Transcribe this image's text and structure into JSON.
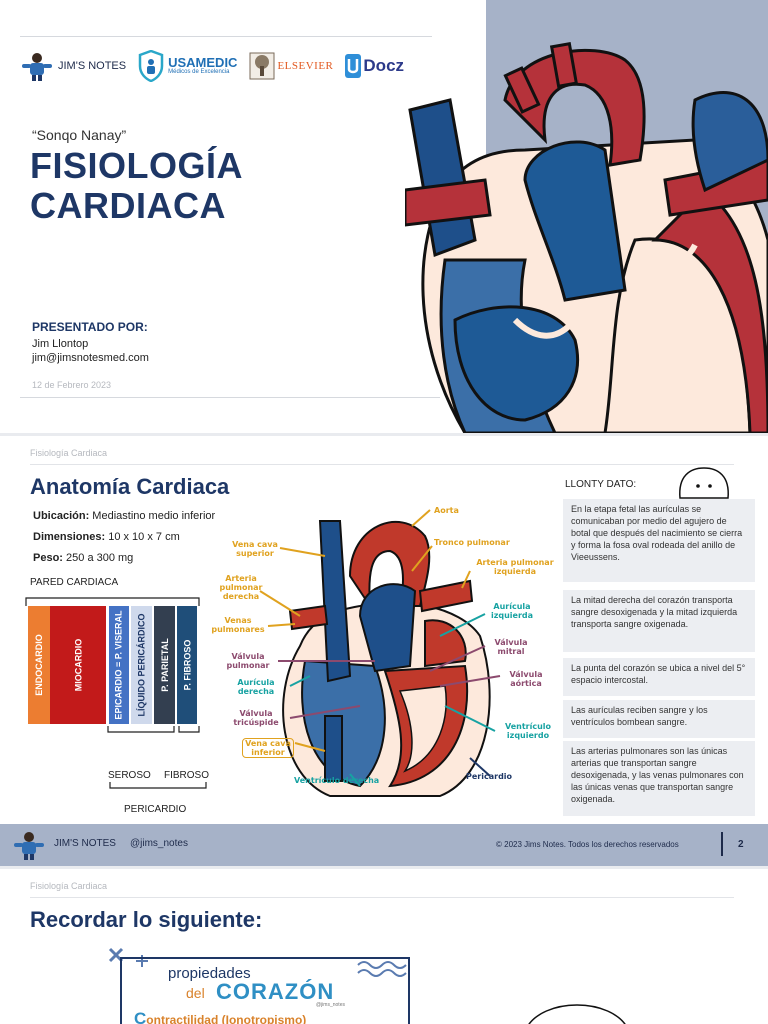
{
  "slide1": {
    "logos": {
      "jims_notes": "JIM'S NOTES",
      "usamedic": "USAMEDIC",
      "usamedic_sub": "Médicos de Excelencia",
      "elsevier": "ELSEVIER",
      "udocz": "Docz"
    },
    "subtitle": "“Sonqo Nanay”",
    "title_line1": "FISIOLOGÍA",
    "title_line2": "CARDIACA",
    "presented_by": "PRESENTADO POR:",
    "presenter_name": "Jim Llontop",
    "presenter_email": "jim@jimsnotesmed.com",
    "date": "12 de Febrero 2023"
  },
  "slide2": {
    "header": "Fisiología Cardiaca",
    "title": "Anatomía Cardiaca",
    "info": [
      {
        "label": "Ubicación:",
        "value": "Mediastino medio inferior"
      },
      {
        "label": "Dimensiones:",
        "value": "10 x 10 x 7 cm"
      },
      {
        "label": "Peso:",
        "value": "250 a 300 mg"
      }
    ],
    "pared_title": "PARED CARDIACA",
    "pared_layers": [
      {
        "label": "ENDOCARDIO",
        "color": "#ec7d31"
      },
      {
        "label": "MIOCARDIO",
        "color": "#c21a1a"
      },
      {
        "label": "EPICARDIO = P. VISERAL",
        "color": "#4472c4"
      },
      {
        "label": "LÍQUIDO PERICÁRDICO",
        "color": "#cfd9ec"
      },
      {
        "label": "P. PARIETAL",
        "color": "#333f50"
      },
      {
        "label": "P. FIBROSO",
        "color": "#1f4e79"
      }
    ],
    "group_seroso": "SEROSO",
    "group_fibroso": "FIBROSO",
    "group_pericardio": "PERICARDIO",
    "anatomy_labels": {
      "aorta": "Aorta",
      "tronco_pulmonar": "Tronco pulmonar",
      "vena_cava_superior": "Vena cava superior",
      "arteria_pulmonar_derecha": "Arteria pulmonar derecha",
      "arteria_pulmonar_izquierda": "Arteria pulmonar izquierda",
      "venas_pulmonares": "Venas pulmonares",
      "auricula_izquierda": "Aurícula izquierda",
      "valvula_mitral": "Válvula mitral",
      "valvula_pulmonar": "Válvula pulmonar",
      "valvula_aortica": "Válvula aórtica",
      "auricula_derecha": "Aurícula derecha",
      "valvula_tricuspide": "Válvula tricúspide",
      "vena_cava_inferior": "Vena cava inferior",
      "ventriculo_izquierdo": "Ventrículo izquierdo",
      "ventriculo_derecho": "Ventrículo derecha",
      "pericardio": "Pericardio"
    },
    "dato_title": "LLONTY DATO:",
    "datos": [
      "En la etapa fetal las aurículas se comunicaban por medio del agujero de botal que después del nacimiento se cierra y forma la fosa oval rodeada del anillo de Vieeussens.",
      "La mitad derecha del corazón transporta sangre desoxigenada y la mitad izquierda transporta sangre oxigenada.",
      "La punta del corazón se ubica a nivel del 5° espacio intercostal.",
      "Las aurículas reciben sangre y los ventrículos bombean sangre.",
      "Las arterias pulmonares son las únicas arterias que transportan sangre desoxigenada, y las venas pulmonares con las únicas venas que transportan sangre oxigenada."
    ],
    "footer": {
      "brand": "JIM'S NOTES",
      "handle": "@jims_notes",
      "copyright": "© 2023 Jims Notes. Todos los derechos reservados",
      "page": "2"
    }
  },
  "slide3": {
    "header": "Fisiología Cardiaca",
    "title": "Recordar lo siguiente:",
    "card_line1": "propiedades",
    "card_del": "del",
    "card_corazon": "CORAZÓN",
    "card_handle": "@jims_notes",
    "card_contract_letter": "C",
    "card_contract_rest": "ontractilidad",
    "card_contract_paren": "(Ionotropismo)"
  }
}
